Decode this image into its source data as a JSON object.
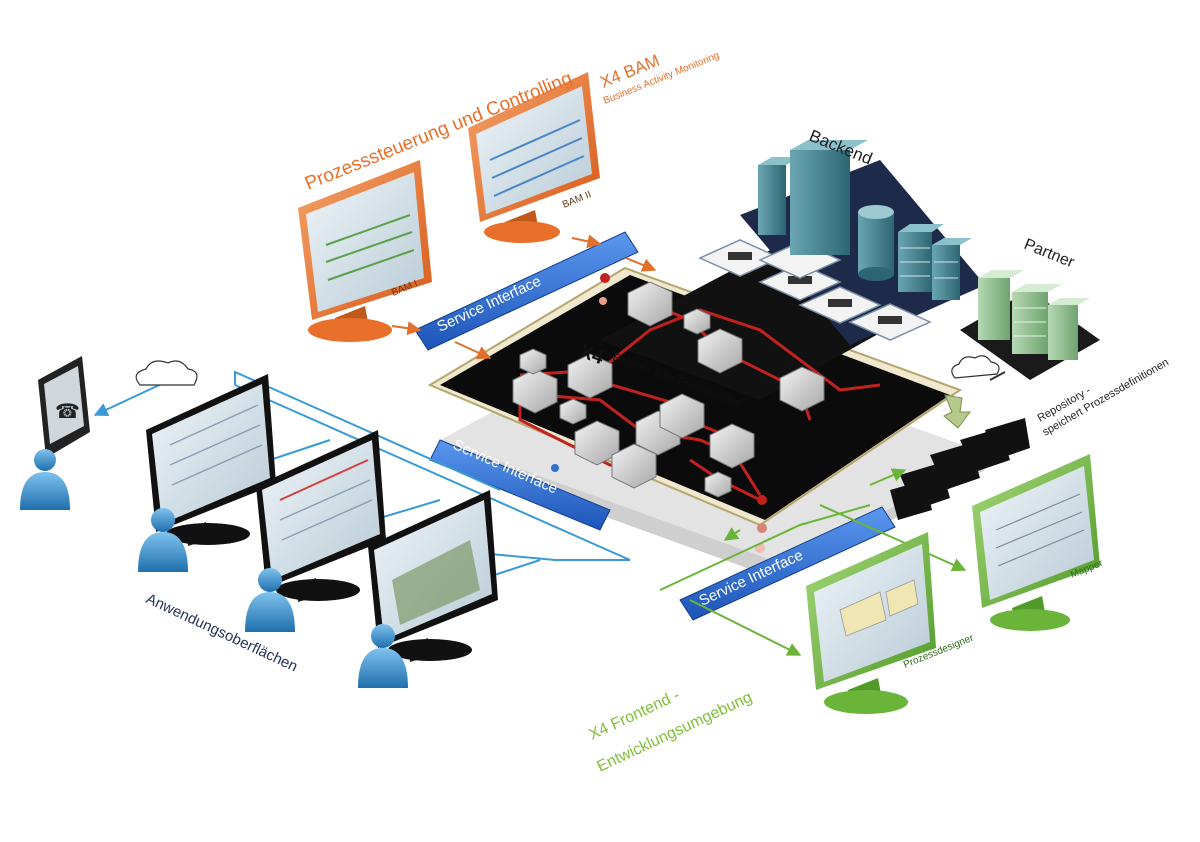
{
  "labels": {
    "prozess_title": "Prozesssteuerung und Controlling",
    "bam_title": "X4 BAM",
    "bam_subtitle": "Business Activity Monitoring",
    "bam1": "BAM I",
    "bam2": "BAM II",
    "backend": "Backend",
    "partner": "Partner",
    "repository_line1": "Repository -",
    "repository_line2": "speichert Prozessdefinitionen",
    "engine": "Engine - führt Prozesse aus",
    "engine_logo": "X4",
    "service_interface_top": "Service Interface",
    "service_interface_mid": "Service Interface",
    "service_interface_bottom": "Service Interface",
    "anwendungs": "Anwendungsoberflächen",
    "frontend_line1": "X4 Frontend -",
    "frontend_line2": "Entwicklungsumgebung",
    "prozessdesigner": "Prozessdesigner",
    "mapper": "Mapper"
  },
  "colors": {
    "orange": "#e8702a",
    "blue_bar": "#2f6fd6",
    "green": "#6ab43a",
    "black_panel": "#0b0b0b",
    "red_line": "#c2221e",
    "navy_text": "#26335a",
    "user_blue": "#2d86c4",
    "backend_teal": "#3f7f8c",
    "partner_green": "#7fb07f"
  },
  "icons": [
    "monitor-icon",
    "user-icon",
    "phone-icon",
    "cloud-icon",
    "server-icon",
    "database-icon",
    "adapter-icon",
    "process-node-icon"
  ]
}
